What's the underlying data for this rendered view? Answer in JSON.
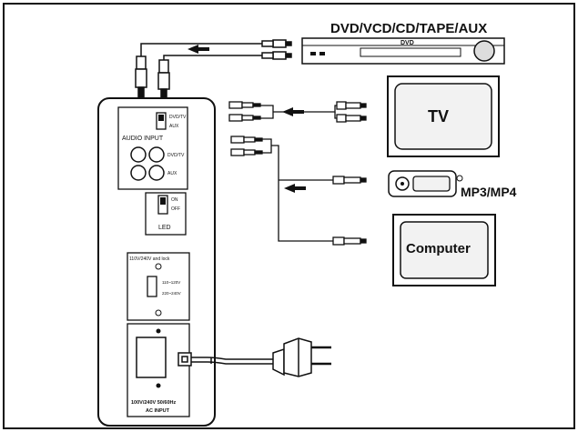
{
  "devices": {
    "dvd_title": "DVD/VCD/CD/TAPE/AUX",
    "dvd_panel_label": "DVD",
    "tv_label": "TV",
    "mp3_label": "MP3/MP4",
    "computer_label": "Computer"
  },
  "speaker_panel": {
    "switch_top_label1": "DVD/TV",
    "switch_top_label2": "AUX",
    "audio_input_label": "AUDIO INPUT",
    "jack_right_label1": "DVD/TV",
    "jack_right_label2": "AUX",
    "power_on_label": "ON",
    "power_off_label": "OFF",
    "led_label": "LED",
    "voltage_header": "110V/240V and lock",
    "voltage_opt1": "110~120V",
    "voltage_opt2": "220~240V",
    "ac_rating": "100V/240V 50/60Hz",
    "ac_input_label": "AC INPUT"
  },
  "colors": {
    "frame": "#111111",
    "panel_fill": "#ffffff",
    "screen_fill": "#f2f2f2",
    "plug_fill": "#e6e6e6"
  }
}
